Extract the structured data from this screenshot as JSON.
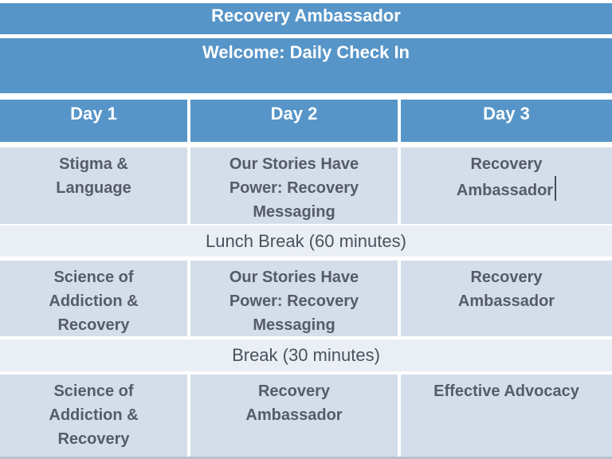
{
  "colors": {
    "header_blue": "#5795C8",
    "band_light_blue": "#D3DEEA",
    "band_lighter_blue": "#EAEEF5",
    "text_white": "#FFFFFF",
    "text_dark_gray": "#565C67",
    "bottom_edge_gray": "#B9C0CA"
  },
  "table": {
    "title": "Recovery Ambassador",
    "subtitle": "Welcome: Daily Check In",
    "day_headers": [
      {
        "label": "Day 1"
      },
      {
        "label": "Day 2"
      },
      {
        "label": "Day 3"
      }
    ],
    "session_rows": [
      {
        "cells": [
          {
            "lines": [
              "Stigma &",
              "Language"
            ]
          },
          {
            "lines": [
              "Our Stories Have",
              "Power: Recovery",
              "Messaging"
            ]
          },
          {
            "lines": [
              "Recovery",
              "Ambassador"
            ],
            "has_text_cursor": true
          }
        ]
      },
      {
        "cells": [
          {
            "lines": [
              "Science of",
              "Addiction &",
              "Recovery"
            ]
          },
          {
            "lines": [
              "Our Stories Have",
              "Power: Recovery",
              "Messaging"
            ]
          },
          {
            "lines": [
              "Recovery",
              "Ambassador"
            ]
          }
        ]
      },
      {
        "cells": [
          {
            "lines": [
              "Science of",
              "Addiction &",
              "Recovery"
            ]
          },
          {
            "lines": [
              "Recovery",
              "Ambassador"
            ]
          },
          {
            "lines": [
              "Effective Advocacy"
            ]
          }
        ]
      }
    ],
    "break_rows": [
      {
        "label": "Lunch Break (60 minutes)"
      },
      {
        "label": "Break (30 minutes)"
      }
    ]
  }
}
